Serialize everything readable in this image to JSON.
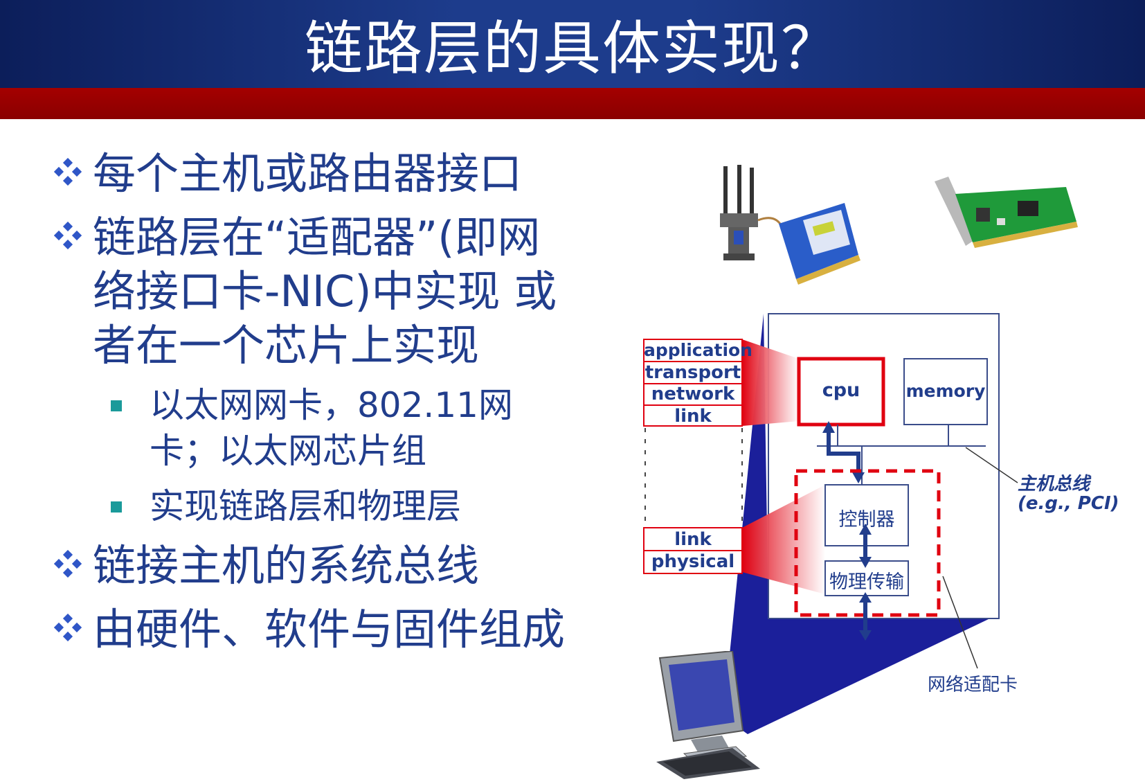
{
  "title": "链路层的具体实现？",
  "bullets": [
    {
      "text": "每个主机或路由器接口"
    },
    {
      "text": "链路层在“适配器”(即网络接口卡-NIC)中实现 或者在一个芯片上实现"
    }
  ],
  "sub_bullets": [
    {
      "text": "以太网网卡，802.11网卡；以太网芯片组"
    },
    {
      "text": "实现链路层和物理层"
    }
  ],
  "bullets_after": [
    {
      "text": "链接主机的系统总线"
    },
    {
      "text": "由硬件、软件与固件组成"
    }
  ],
  "diagram": {
    "stack_top": [
      "application",
      "transport",
      "network",
      "link"
    ],
    "stack_bottom": [
      "link",
      "physical"
    ],
    "cpu": "cpu",
    "memory": "memory",
    "controller": "控制器",
    "physical_transmission": "物理传输",
    "host_bus": "主机总线",
    "host_bus_example": "(e.g., PCI)",
    "adapter_label": "网络适配卡"
  },
  "colors": {
    "title_bg": "#1d3c8c",
    "red_bar": "#9a0000",
    "text_blue": "#213d8c",
    "square_teal": "#1a9a9a",
    "highlight_red": "#e00010"
  }
}
